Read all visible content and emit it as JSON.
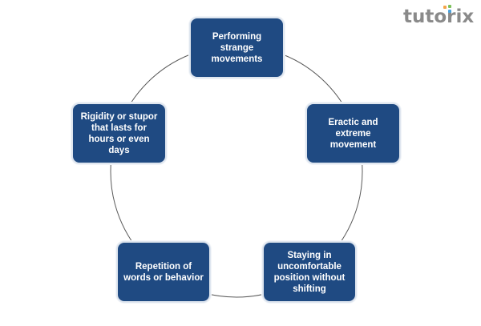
{
  "diagram": {
    "type": "cycle",
    "title": "",
    "nodes": [
      {
        "label": "Performing strange movements"
      },
      {
        "label": "Eractic and extreme movement"
      },
      {
        "label": "Staying in uncomfortable position without shifting"
      },
      {
        "label": "Repetition of words or behavior"
      },
      {
        "label": "Rigidity or stupor that lasts for hours or even days"
      }
    ],
    "colors": {
      "node_fill": "#1f4a82",
      "node_text": "#ffffff",
      "ring": "#5a5a5a"
    }
  },
  "logo": {
    "text": "tutorix",
    "text_color": "#8a8a8a",
    "dot_colors": [
      "#f3a44a",
      "#7cc15a",
      "#4aa3df"
    ]
  }
}
